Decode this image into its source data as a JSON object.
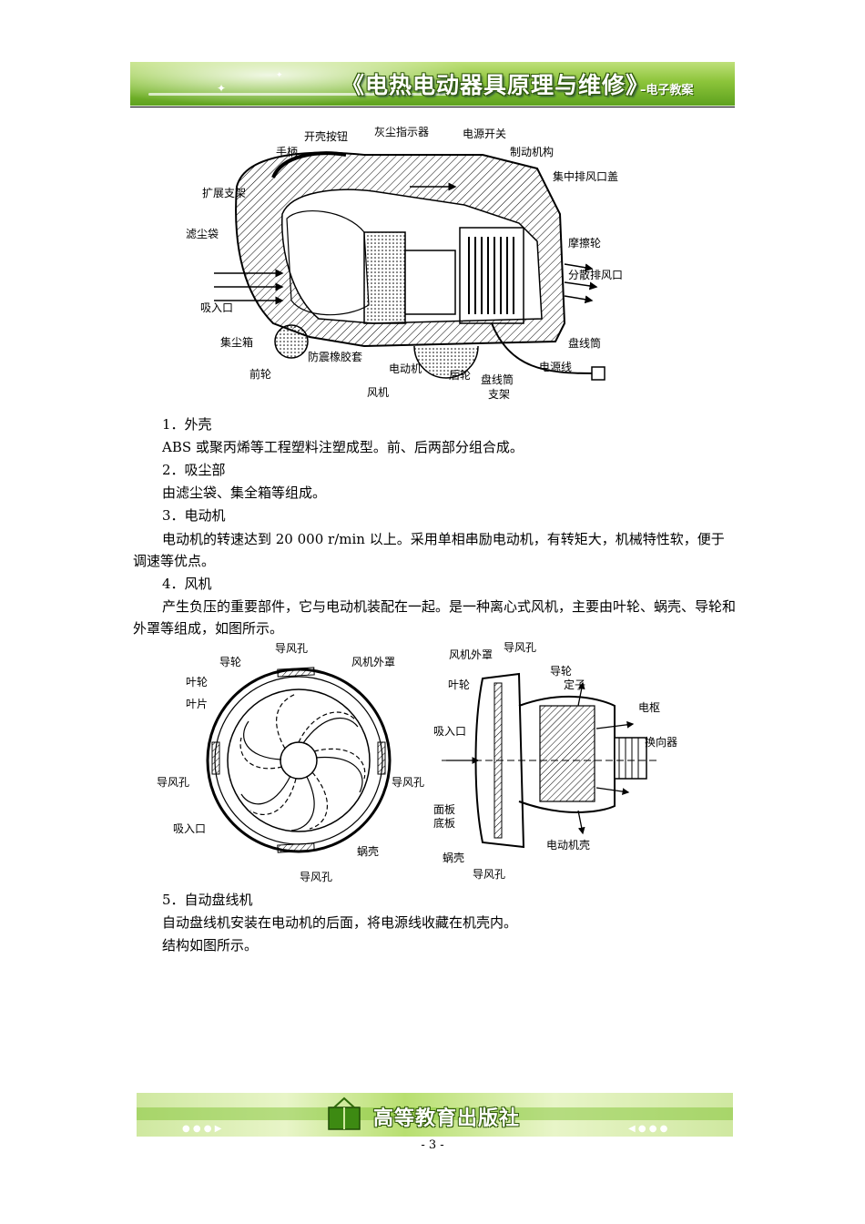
{
  "header": {
    "title": "《电热电动器具原理与维修》",
    "subtitle": "–电子教案"
  },
  "figure1_labels": {
    "kaike": "开壳按钮",
    "huichen": "灰尘指示器",
    "dianyuan_kaiguan": "电源开关",
    "shoubing": "手柄",
    "zhidong": "制动机构",
    "jizhong": "集中排风口盖",
    "kuozhan": "扩展支架",
    "lvchen": "滤尘袋",
    "moca": "摩擦轮",
    "fensan": "分散排风口",
    "xiru": "吸入口",
    "panxian_tong": "盘线筒",
    "jichen": "集尘箱",
    "fangzhen": "防震橡胶套",
    "dianyuan_xian": "电源线",
    "qianlun": "前轮",
    "diandongji": "电动机",
    "houlun": "后轮",
    "panxian_tong2": "盘线筒",
    "zhijia": "支架",
    "fengji": "风机"
  },
  "sections": [
    {
      "heading": "1．外壳",
      "body": "ABS 或聚丙烯等工程塑料注塑成型。前、后两部分组合成。"
    },
    {
      "heading": "2．吸尘部",
      "body": "由滤尘袋、集全箱等组成。"
    },
    {
      "heading": "3．电动机",
      "body": "电动机的转速达到 20 000 r/min 以上。采用单相串励电动机，有转矩大，机械特性软，便于调速等优点。"
    },
    {
      "heading": "4．风机",
      "body": "产生负压的重要部件，它与电动机装配在一起。是一种离心式风机，主要由叶轮、蜗壳、导轮和外罩等组成，如图所示。"
    }
  ],
  "figure2_labels": {
    "daofeng_top": "导风孔",
    "daolun": "导轮",
    "fengji_waizhao": "风机外罩",
    "yelun": "叶轮",
    "yepian": "叶片",
    "daofeng_left": "导风孔",
    "daofeng_right": "导风孔",
    "xiru": "吸入口",
    "woke": "蜗壳",
    "daofeng_bottom": "导风孔"
  },
  "figure3_labels": {
    "fengji_waizhao": "风机外罩",
    "daofeng_top": "导风孔",
    "daolun": "导轮",
    "dingzi": "定子",
    "yelun": "叶轮",
    "dianshu": "电枢",
    "xiru": "吸入口",
    "huanxiang": "换向器",
    "mianban": "面板",
    "diban": "底板",
    "woke": "蜗壳",
    "diandongji_ke": "电动机壳",
    "daofeng_bottom": "导风孔"
  },
  "section5": {
    "heading": "5．自动盘线机",
    "body1": "自动盘线机安装在电动机的后面，将电源线收藏在机壳内。",
    "body2": "结构如图所示。"
  },
  "footer": {
    "publisher": "高等教育出版社",
    "page": "- 3 -"
  }
}
